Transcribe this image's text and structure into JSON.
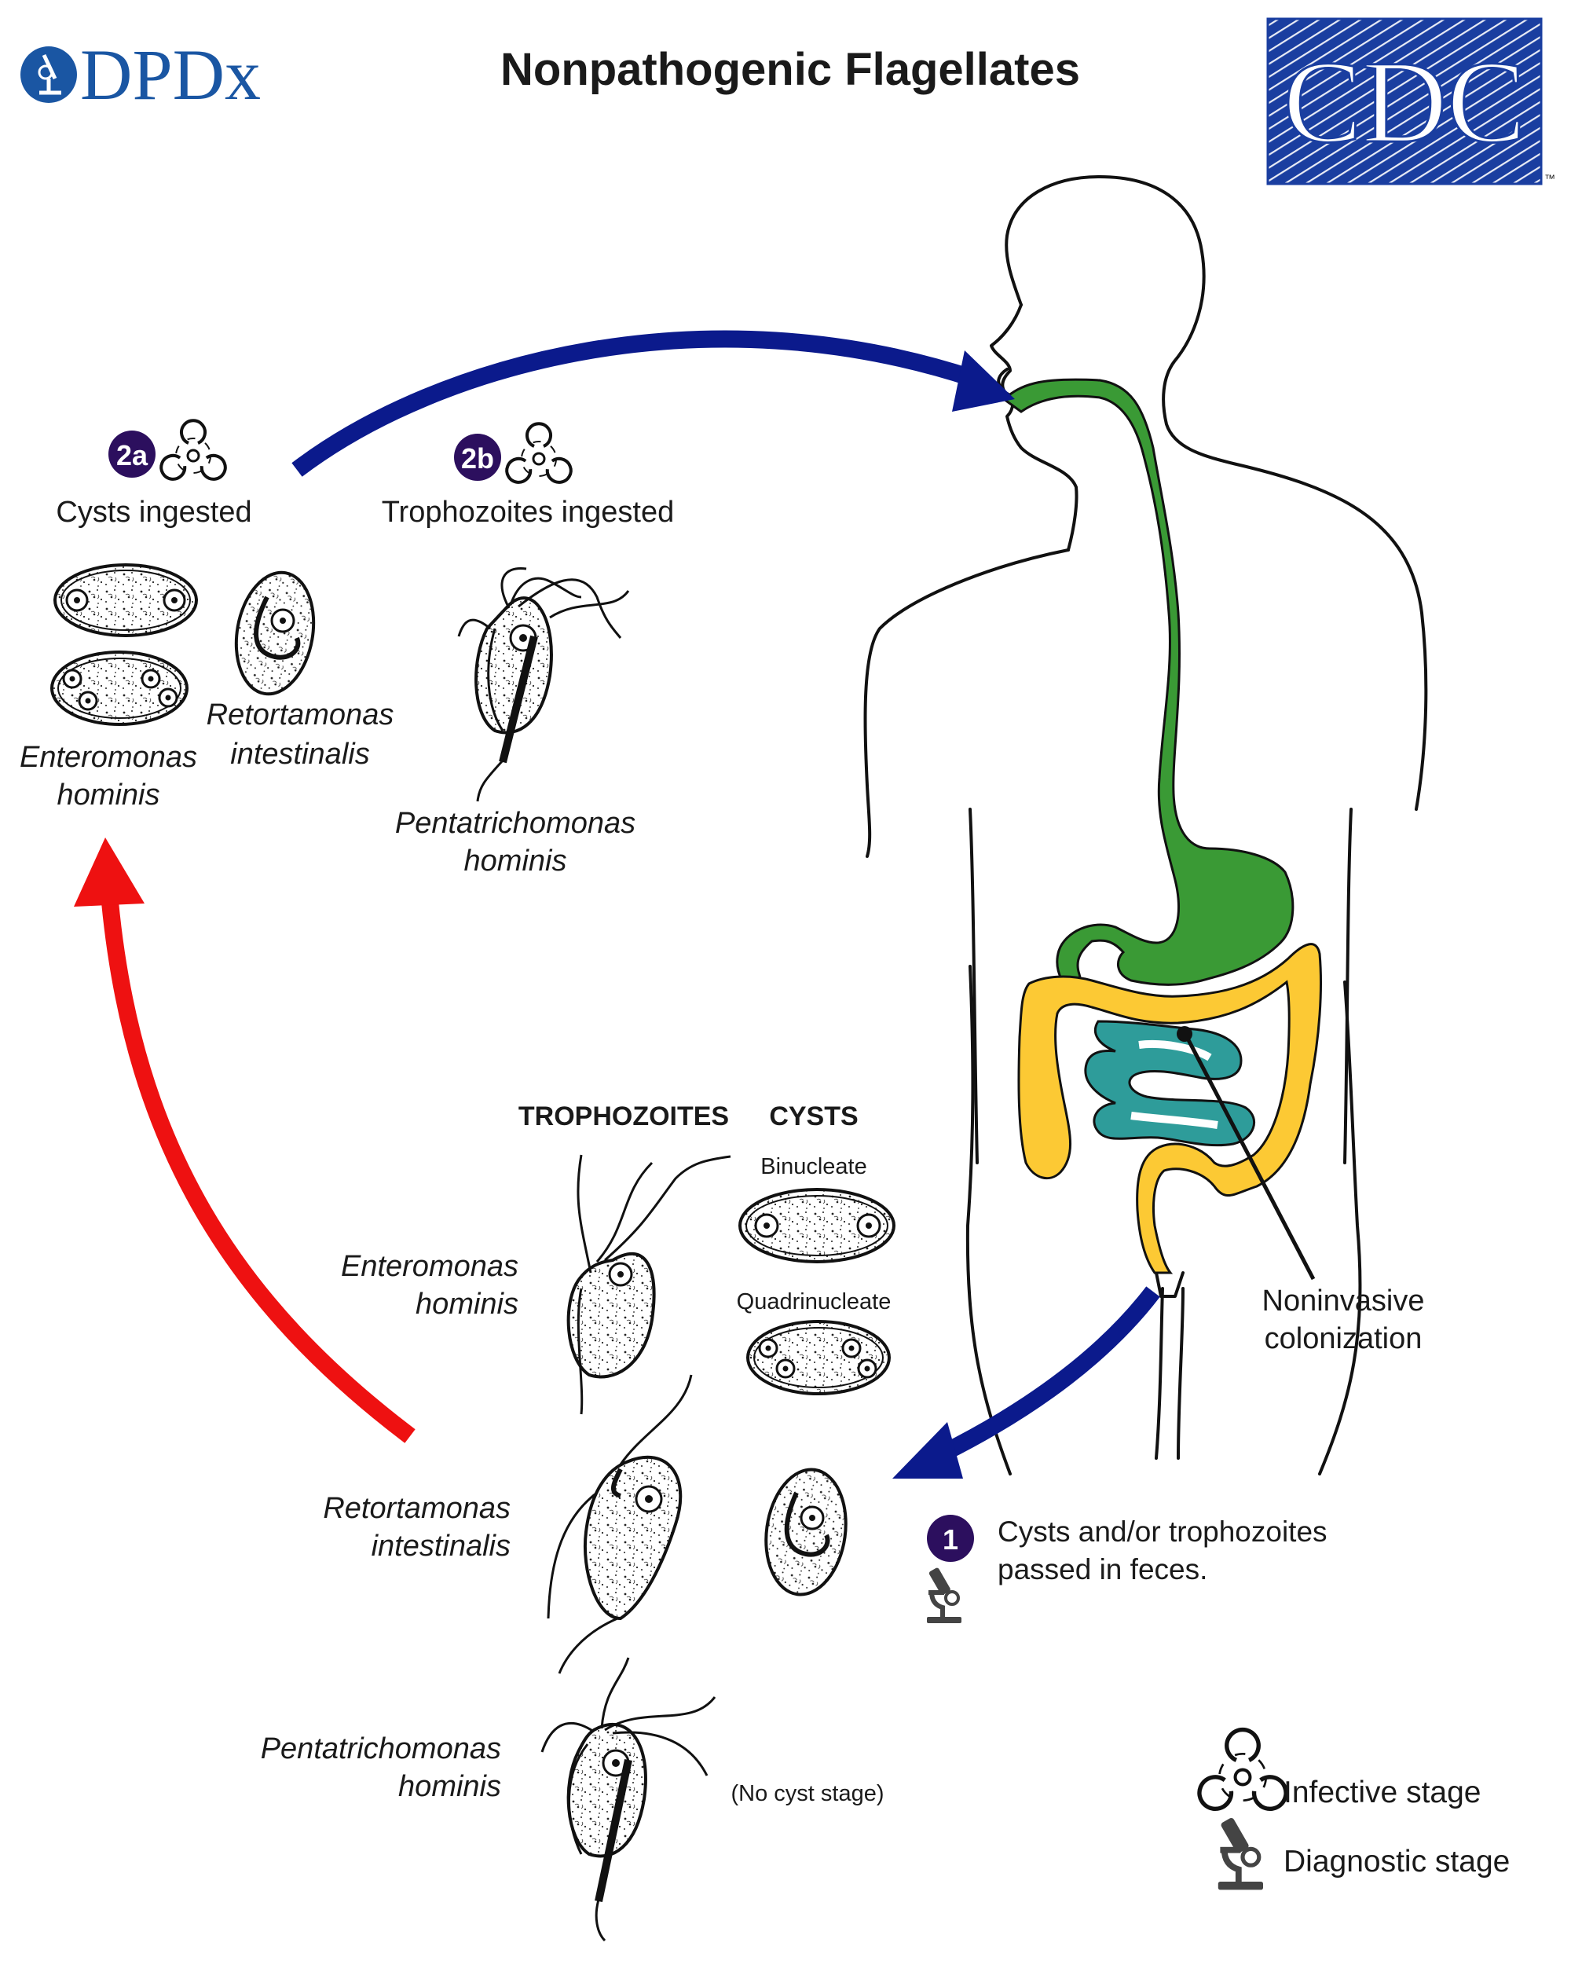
{
  "header": {
    "title": "Nonpathogenic Flagellates",
    "dpdx_logo_text": "DPDx",
    "cdc_logo_text": "CDC",
    "cdc_trademark": "™"
  },
  "stages": {
    "s2a": {
      "badge": "2a",
      "label": "Cysts ingested"
    },
    "s2b": {
      "badge": "2b",
      "label": "Trophozoites ingested"
    },
    "s1": {
      "badge": "1",
      "line1": "Cysts and/or trophozoites",
      "line2": "passed in feces."
    }
  },
  "species_top": {
    "enteromonas": [
      "Enteromonas",
      "hominis"
    ],
    "retortamonas": [
      "Retortamonas",
      "intestinalis"
    ],
    "pentatrichomonas": [
      "Pentatrichomonas",
      "hominis"
    ]
  },
  "body_label": [
    "Noninvasive",
    "colonization"
  ],
  "lower_panel": {
    "col_trophozoites": "TROPHOZOITES",
    "col_cysts": "CYSTS",
    "binucleate": "Binucleate",
    "quadrinucleate": "Quadrinucleate",
    "no_cyst": "(No cyst stage)",
    "enteromonas": [
      "Enteromonas",
      "hominis"
    ],
    "retortamonas": [
      "Retortamonas",
      "intestinalis"
    ],
    "pentatrichomonas": [
      "Pentatrichomonas",
      "hominis"
    ]
  },
  "legend": {
    "infective": "Infective stage",
    "diagnostic": "Diagnostic stage"
  },
  "colors": {
    "arrow_blue": "#0b1a8c",
    "arrow_red": "#ee1111",
    "esophagus_stomach": "#3a9a35",
    "small_intestine": "#2e9c9a",
    "colon": "#fcc934",
    "badge": "#2c0f5e",
    "dpdx_blue": "#1a56a3",
    "cdc_blue": "#1a3ea0"
  },
  "icons": {
    "biohazard": "biohazard-icon",
    "microscope": "microscope-icon"
  }
}
